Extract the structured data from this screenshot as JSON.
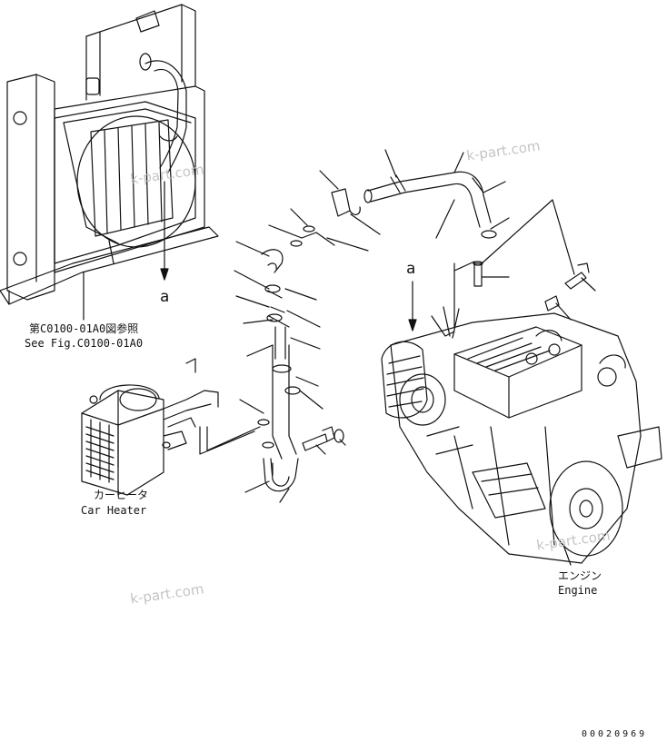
{
  "watermark": "k-part.com",
  "view_marker": "a",
  "radiator_reference": {
    "jp": "第C0100-01A0図参照",
    "en": "See Fig.C0100-01A0"
  },
  "car_heater": {
    "jp": "カーヒータ",
    "en": "Car Heater"
  },
  "engine": {
    "jp": "エンジン",
    "en": "Engine"
  },
  "drawing_code": "00020969",
  "colors": {
    "line": "#111111",
    "watermark": "#c4c4c4",
    "background": "#ffffff"
  }
}
